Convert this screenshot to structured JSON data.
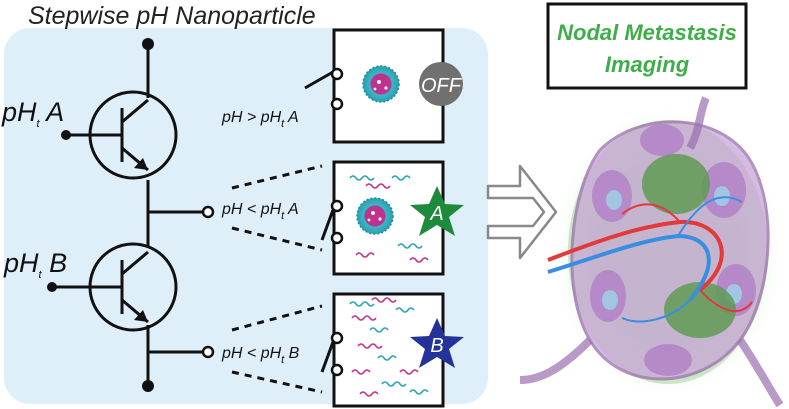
{
  "title": "Stepwise pH Nanoparticle",
  "transistors": [
    {
      "label_main": "pH",
      "label_sub": "t",
      "label_suffix": " A"
    },
    {
      "label_main": "pH",
      "label_sub": "t",
      "label_suffix": " B"
    }
  ],
  "switches": [
    {
      "condition_prefix": "pH > pH",
      "condition_sub": "t",
      "condition_suffix": " A",
      "state_badge": "OFF",
      "badge_color": "#707070"
    },
    {
      "condition_prefix": "pH < pH",
      "condition_sub": "t",
      "condition_suffix": " A",
      "state_badge": "A",
      "badge_color": "#1e8a3c"
    },
    {
      "condition_prefix": "pH < pH",
      "condition_sub": "t",
      "condition_suffix": " B",
      "state_badge": "B",
      "badge_color": "#23339a"
    }
  ],
  "outcome": {
    "line1": "Nodal Metastasis",
    "line2": "Imaging",
    "color": "#3fae4a"
  },
  "colors": {
    "panel_bg": "#dfeff9",
    "signal_magenta": "#c2338f",
    "signal_teal": "#2aa6b8"
  }
}
